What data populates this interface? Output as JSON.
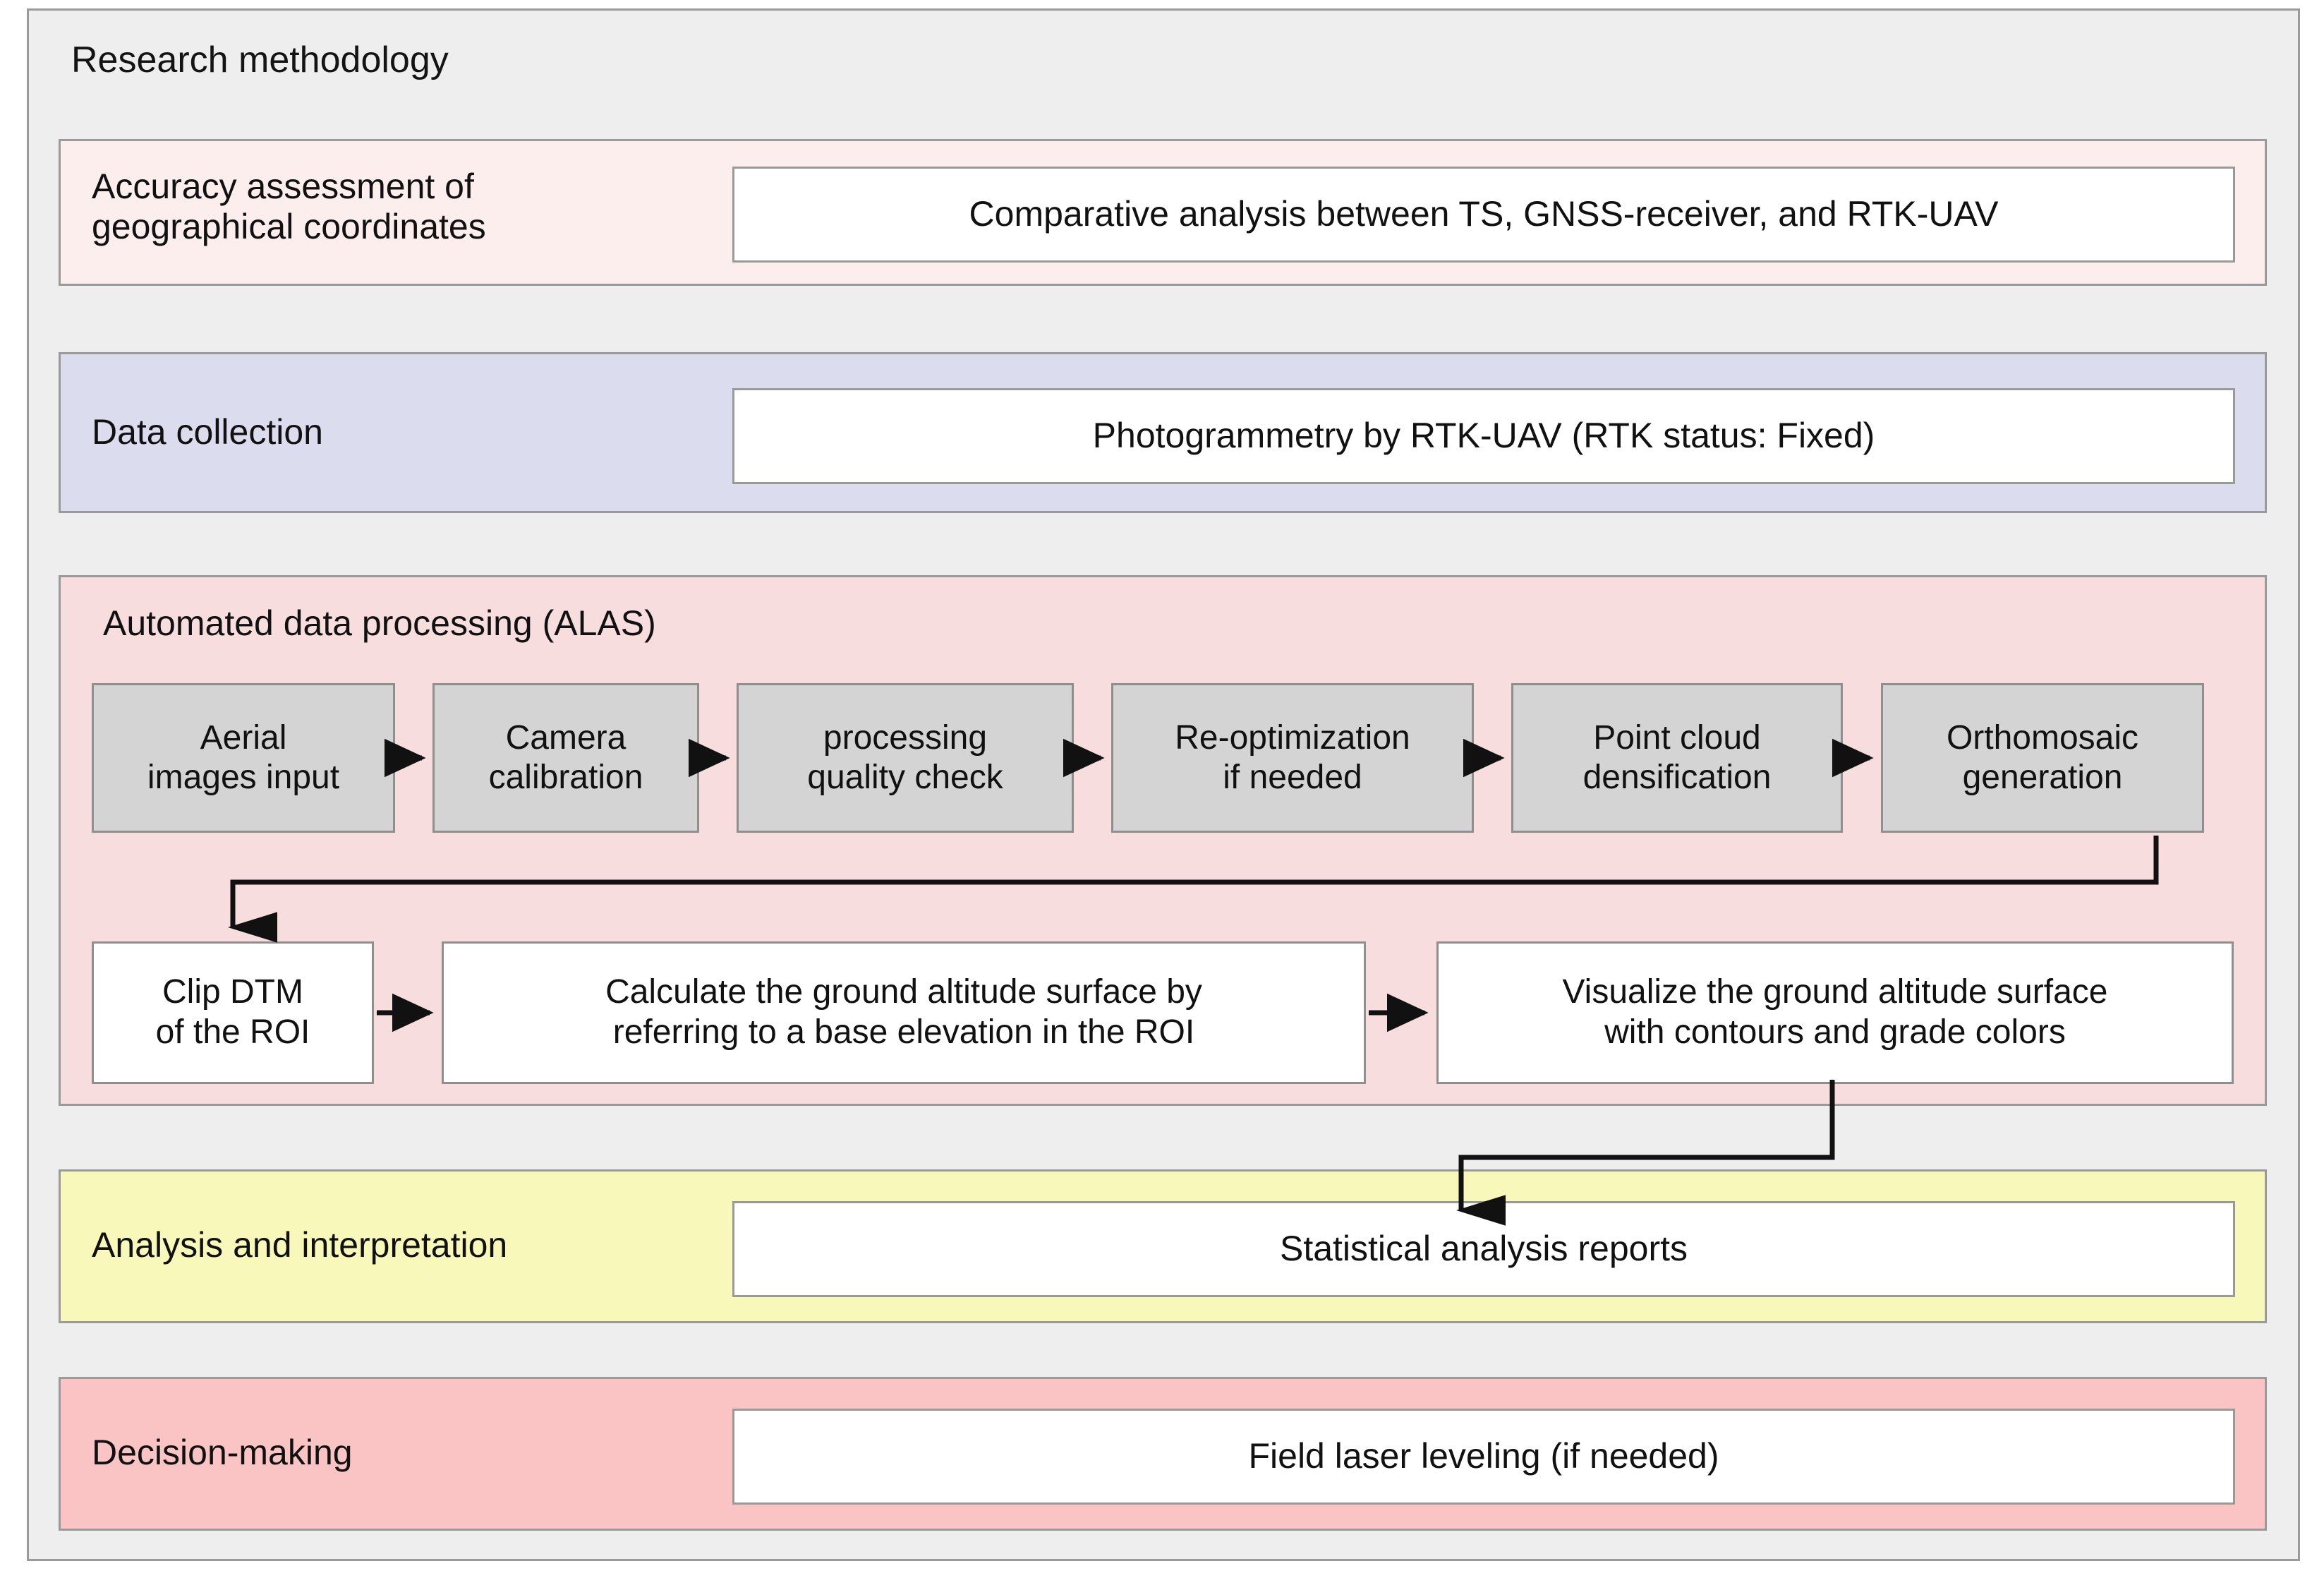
{
  "diagram": {
    "title": "Research methodology",
    "accent_colors": {
      "frame_bg": "#eeeeee",
      "border": "#9a9a9a",
      "accuracy_band": "#fdeeee",
      "collection_band": "#dcdcef",
      "alas_band": "#f7dddd",
      "analysis_band": "#f9f8bb",
      "decision_band": "#fac4c4",
      "process_box": "#d4d4d4",
      "value_box": "#ffffff",
      "connector": "#1a1a1a"
    },
    "stages": [
      {
        "id": "accuracy",
        "label": "Accuracy assessment of\ngeographical  coordinates",
        "value": "Comparative analysis between TS, GNSS-receiver, and RTK-UAV"
      },
      {
        "id": "collection",
        "label": "Data collection",
        "value": "Photogrammetry by RTK-UAV (RTK status: Fixed)"
      },
      {
        "id": "analysis",
        "label": "Analysis and interpretation",
        "value": "Statistical analysis reports"
      },
      {
        "id": "decision",
        "label": "Decision-making",
        "value": "Field laser leveling (if needed)"
      }
    ],
    "alas": {
      "title": "Automated data processing (ALAS)",
      "process_row": [
        {
          "id": "aerial-images-input",
          "label": "Aerial\nimages input"
        },
        {
          "id": "camera-calibration",
          "label": "Camera\ncalibration"
        },
        {
          "id": "processing-quality-check",
          "label": "processing\nquality check"
        },
        {
          "id": "re-optimization",
          "label": "Re-optimization\nif needed"
        },
        {
          "id": "point-cloud-densification",
          "label": "Point cloud\ndensification"
        },
        {
          "id": "orthomosaic-generation",
          "label": "Orthomosaic\ngeneration"
        }
      ],
      "flow_row": [
        {
          "id": "clip-dtm",
          "label": "Clip DTM\nof the ROI"
        },
        {
          "id": "calculate-surface",
          "label": "Calculate the ground altitude surface by\nreferring to a base elevation in the ROI"
        },
        {
          "id": "visualize-surface",
          "label": "Visualize the ground altitude surface\nwith contours and grade colors"
        }
      ]
    }
  }
}
